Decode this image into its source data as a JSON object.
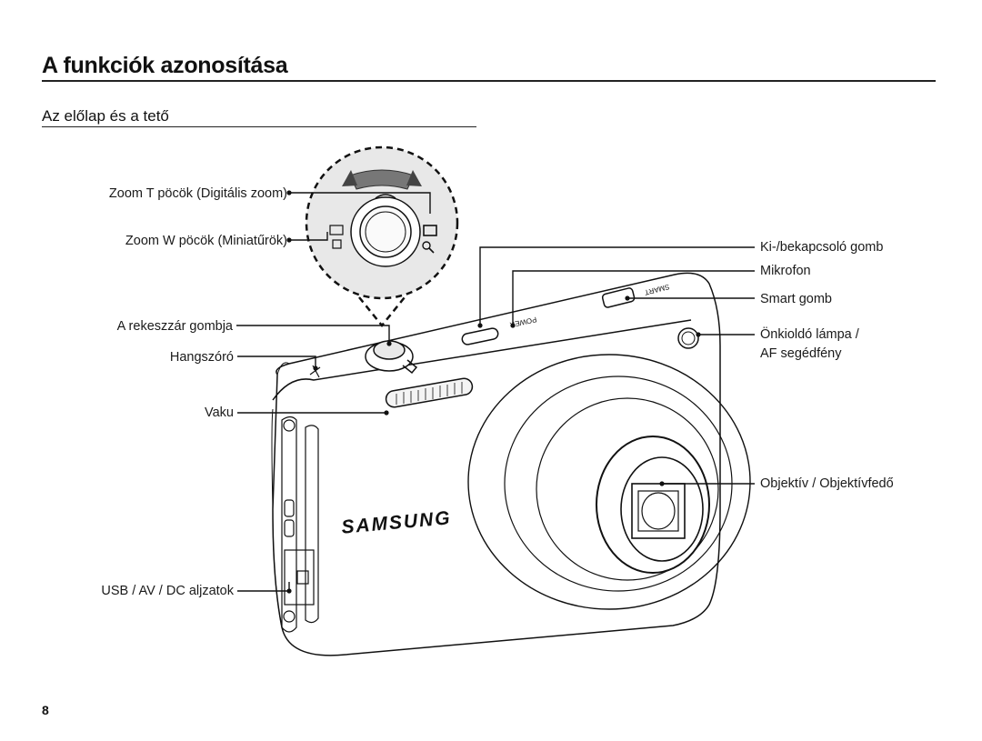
{
  "header": {
    "title": "A funkciók azonosítása",
    "subtitle": "Az előlap és a tető"
  },
  "labels": {
    "zoom_t": "Zoom T pöcök (Digitális zoom)",
    "zoom_w": "Zoom W pöcök (Miniatűrök)",
    "shutter": "A rekeszzár gombja",
    "speaker": "Hangszóró",
    "flash": "Vaku",
    "ports": "USB / AV / DC aljzatok",
    "power": "Ki-/bekapcsoló gomb",
    "mic": "Mikrofon",
    "smart": "Smart gomb",
    "timer_lamp_1": "Önkioldó lámpa /",
    "timer_lamp_2": "AF segédfény",
    "lens": "Objektív / Objektívfedő"
  },
  "camera_text": {
    "brand": "SAMSUNG",
    "power_marking": "POWER",
    "smart_marking": "SMART"
  },
  "footer": {
    "page_number": "8"
  }
}
